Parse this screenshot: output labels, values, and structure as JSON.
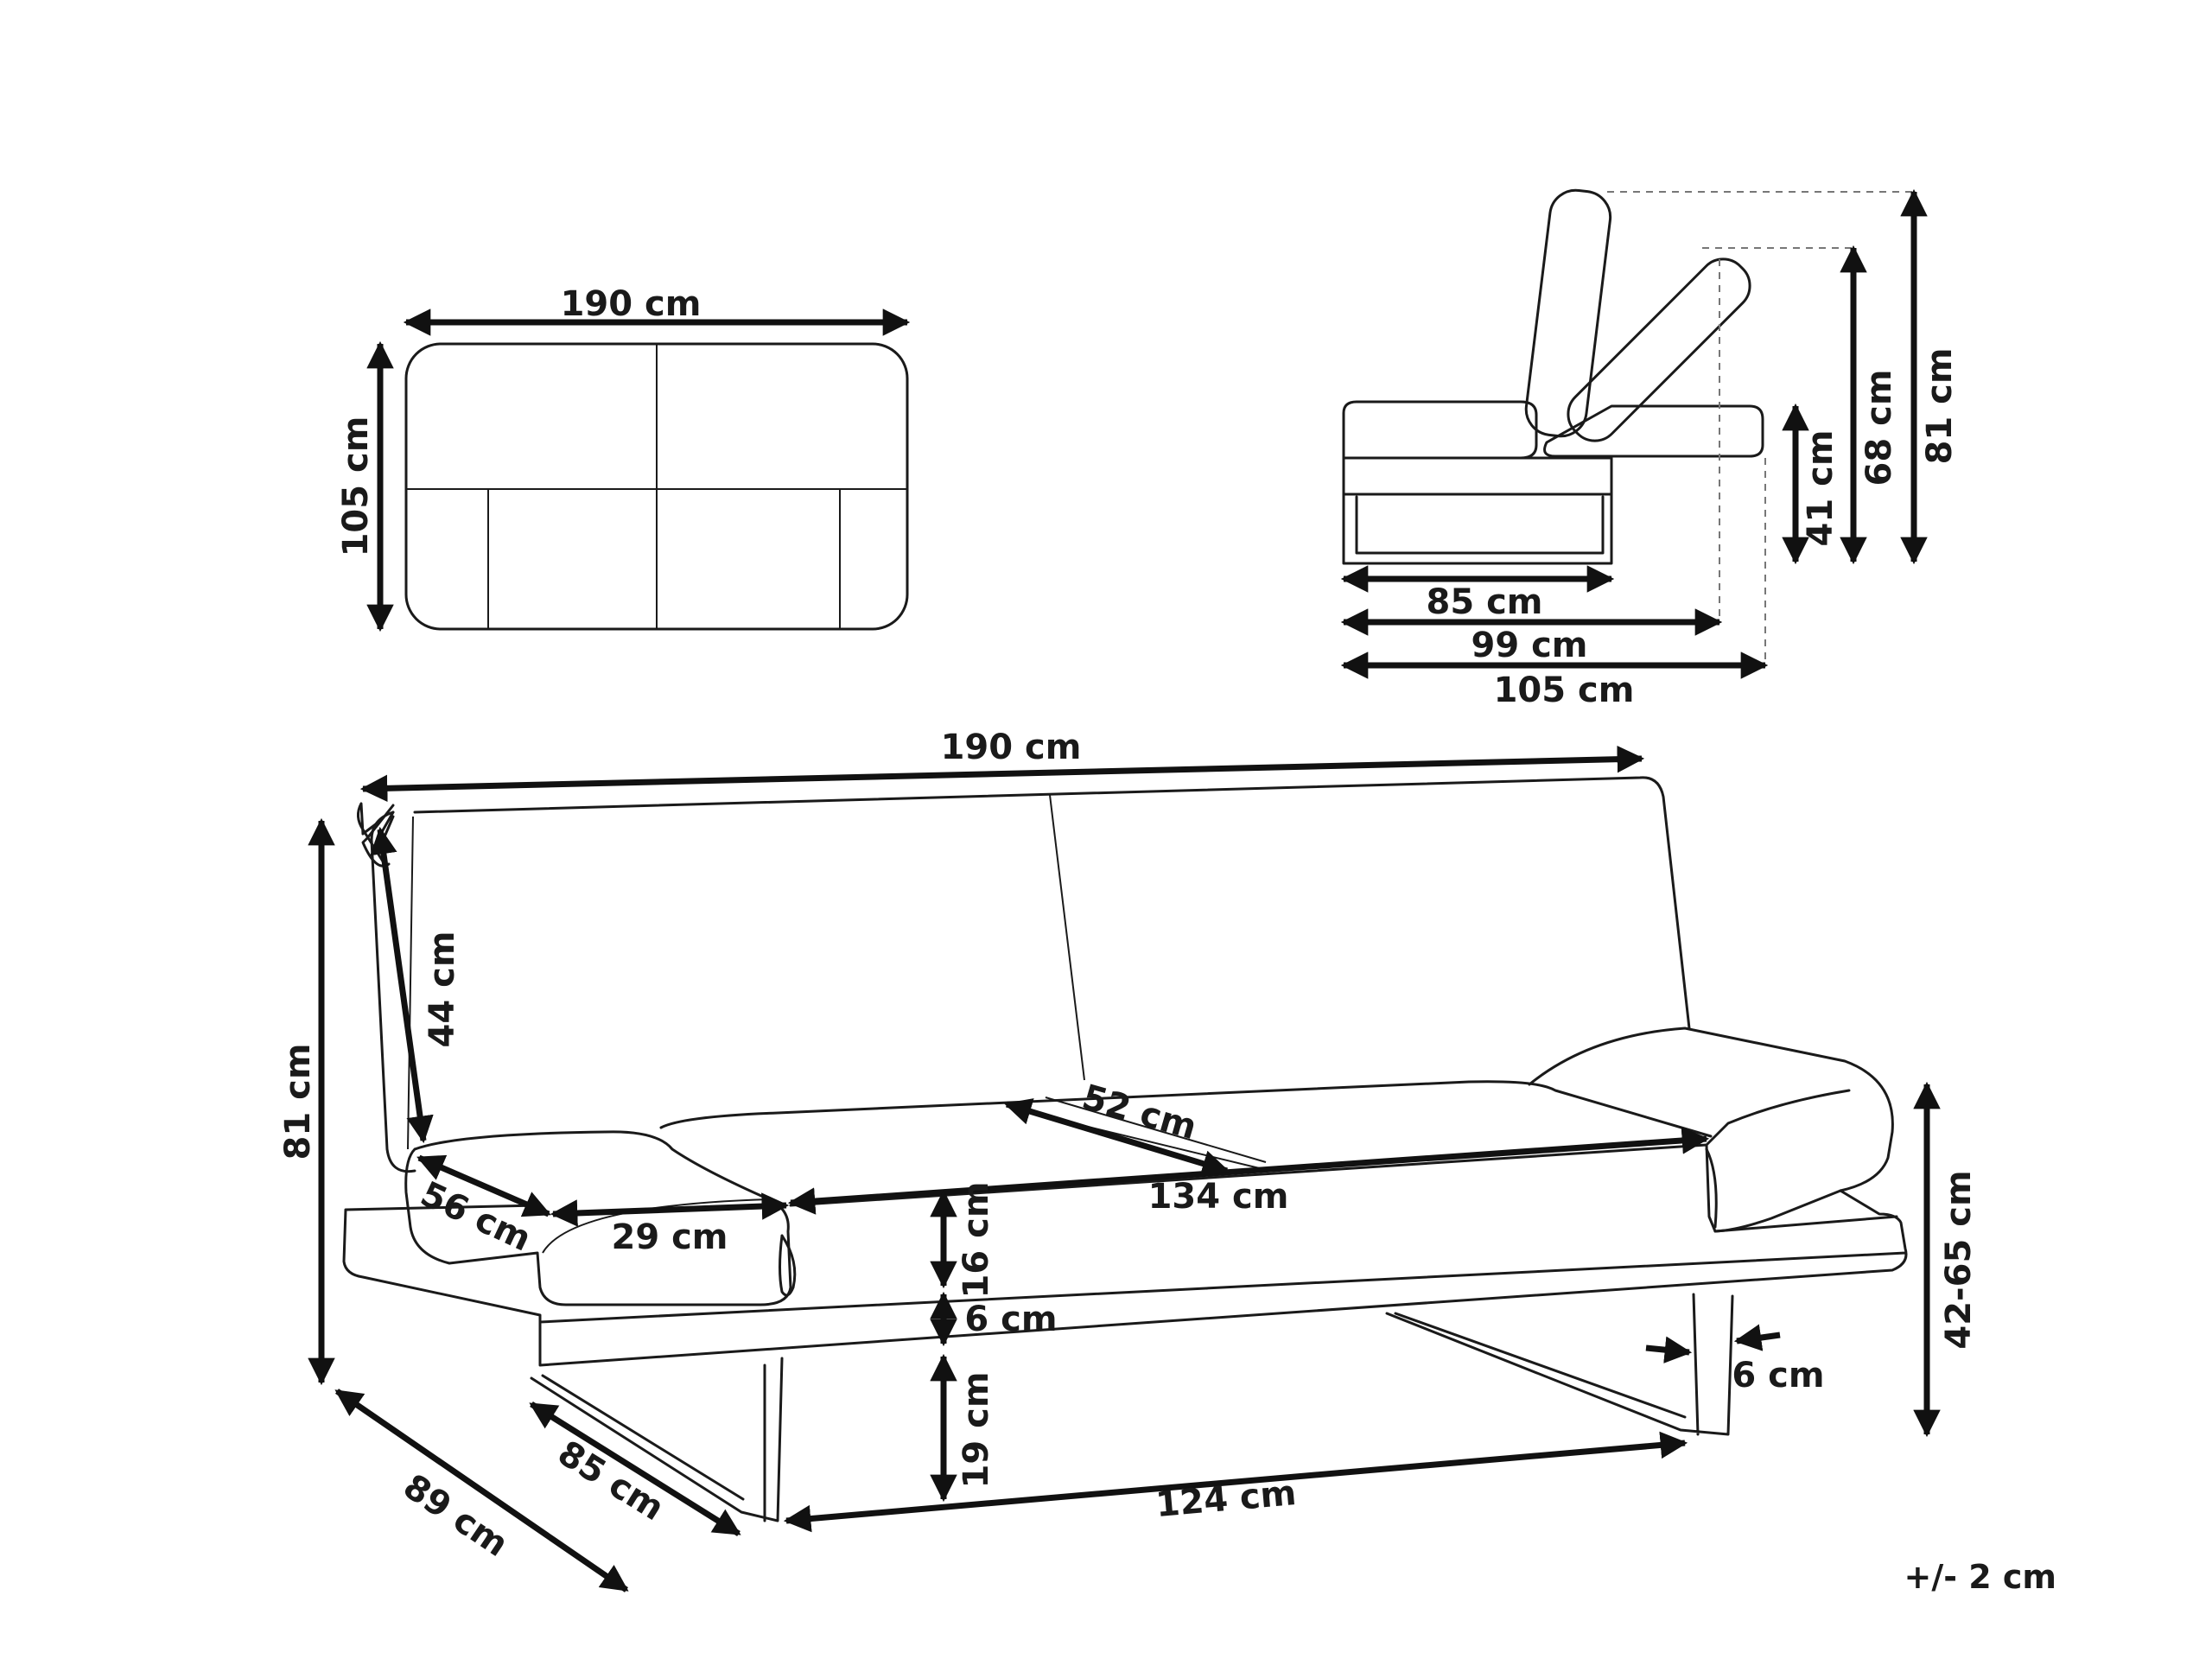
{
  "top_view": {
    "width_label": "190 cm",
    "depth_label": "105 cm"
  },
  "side_view": {
    "height_81_label": "81 cm",
    "height_68_label": "68 cm",
    "height_41_label": "41 cm",
    "depth_85_label": "85 cm",
    "depth_99_label": "99 cm",
    "depth_105_label": "105 cm"
  },
  "front_view": {
    "width_label": "190 cm",
    "height_label": "81 cm",
    "backrest_label": "44 cm",
    "seat_depth_label": "56 cm",
    "armrest_width_label": "29 cm",
    "seat_length_label": "134 cm",
    "seat_depth_inner_label": "52 cm",
    "cushion_thickness_label": "16 cm",
    "base_thickness_label": "6 cm",
    "leg_height_label": "19 cm",
    "leg_width_label": "6 cm",
    "leg_span_label": "124 cm",
    "base_depth_label": "85 cm",
    "total_depth_label": "89 cm",
    "armrest_height_label": "42-65 cm"
  },
  "tolerance_label": "+/- 2 cm",
  "colors": {
    "ink": "#1a1a1a",
    "guide": "#777777",
    "paper": "#ffffff"
  }
}
